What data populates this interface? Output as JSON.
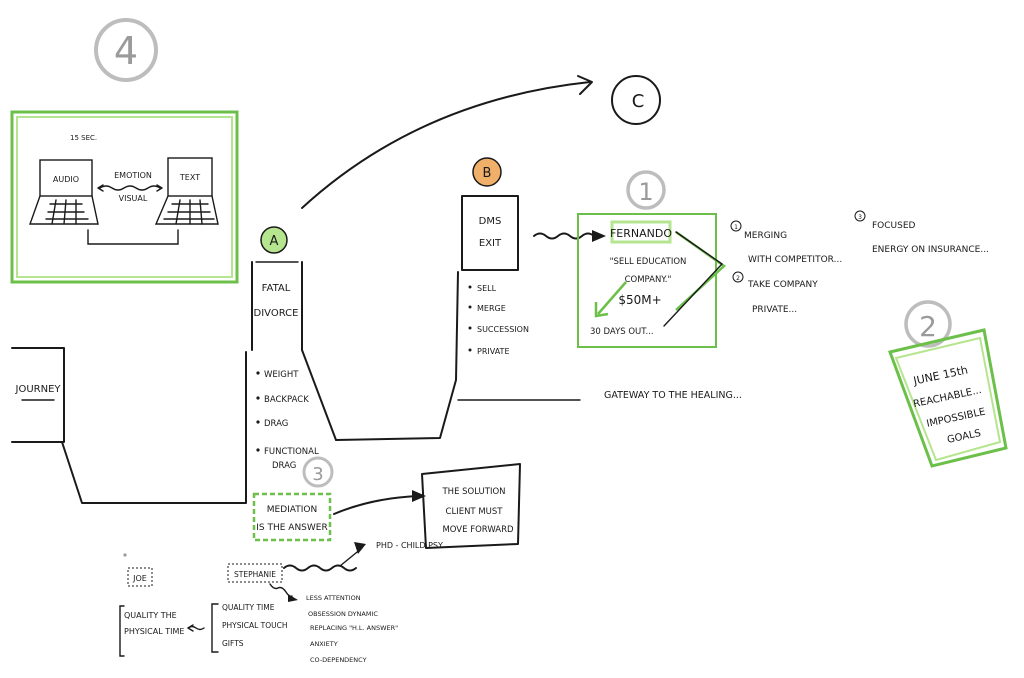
{
  "colors": {
    "green": "#6cc04a",
    "orange": "#f0b06a",
    "light_green": "#b6e58f",
    "gray": "#9a9a9a"
  },
  "big_numbers": {
    "n4": "4",
    "n1": "1",
    "n2": "2",
    "n3": "3"
  },
  "panel4": {
    "note": "15 SEC.",
    "left": "AUDIO",
    "middle": "EMOTION",
    "middle_sub": "VISUAL",
    "right": "TEXT"
  },
  "journey": {
    "label": "JOURNEY"
  },
  "node_a": {
    "circle": "A",
    "title1": "FATAL",
    "title2": "DIVORCE",
    "bullets": [
      "WEIGHT",
      "BACKPACK",
      "DRAG",
      "FUNCTIONAL",
      "DRAG"
    ]
  },
  "node_b": {
    "circle": "B",
    "title1": "DMS",
    "title2": "EXIT",
    "bullets": [
      "SELL",
      "MERGE",
      "SUCCESSION",
      "PRIVATE"
    ]
  },
  "node_c": {
    "circle": "C"
  },
  "box1": {
    "name": "FERNANDO",
    "lines": [
      "\"SELL EDUCATION",
      "COMPANY.\"",
      "$50M+",
      "30 DAYS OUT..."
    ]
  },
  "options": {
    "o1_num": "1",
    "o1_lines": [
      "MERGING",
      "WITH COMPETITOR..."
    ],
    "o2_num": "2",
    "o2_lines": [
      "TAKE COMPANY",
      "PRIVATE..."
    ],
    "o3_num": "3",
    "o3_lines": [
      "FOCUSED",
      "ENERGY ON INSURANCE..."
    ]
  },
  "gateway": {
    "label": "GATEWAY TO THE HEALING..."
  },
  "box2": {
    "lines": [
      "JUNE 15th",
      "REACHABLE...",
      "IMPOSSIBLE",
      "GOALS"
    ]
  },
  "mediation": {
    "line1": "MEDIATION",
    "line2": "IS THE ANSWER"
  },
  "solution": {
    "lines": [
      "THE SOLUTION",
      "CLIENT MUST",
      "MOVE FORWARD"
    ]
  },
  "phd": {
    "label": "PHD - CHILD PSY"
  },
  "joe": {
    "label": "JOE"
  },
  "stephanie": {
    "label": "STEPHANIE",
    "items": [
      "LESS ATTENTION",
      "OBSESSION DYNAMIC",
      "REPLACING \"H.L. ANSWER\"",
      "ANXIETY",
      "CO-DEPENDENCY"
    ]
  },
  "quality": {
    "line1": "QUALITY TIME",
    "line2": "PHYSICAL TOUCH",
    "line3": "GIFTS",
    "head1": "QUALITY THE",
    "head2": "PHYSICAL TIME"
  }
}
